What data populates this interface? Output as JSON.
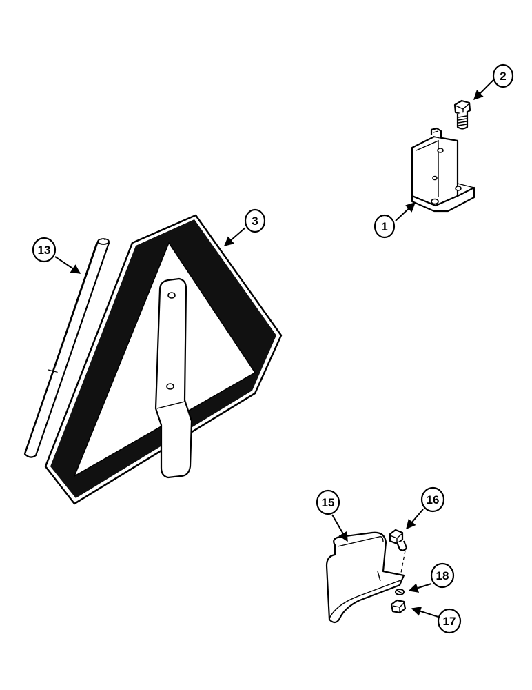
{
  "diagram": {
    "callouts": [
      {
        "id": "callout-1",
        "label": "1"
      },
      {
        "id": "callout-2",
        "label": "2"
      },
      {
        "id": "callout-3",
        "label": "3"
      },
      {
        "id": "callout-13",
        "label": "13"
      },
      {
        "id": "callout-15",
        "label": "15"
      },
      {
        "id": "callout-16",
        "label": "16"
      },
      {
        "id": "callout-17",
        "label": "17"
      },
      {
        "id": "callout-18",
        "label": "18"
      }
    ]
  }
}
